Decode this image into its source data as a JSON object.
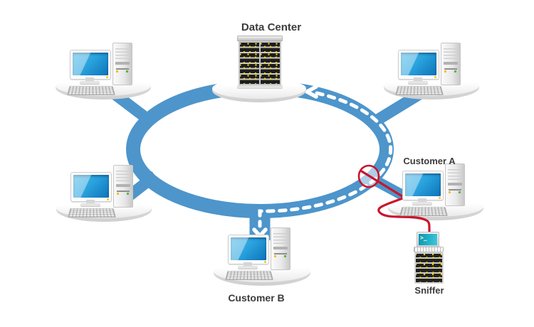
{
  "diagram": {
    "type": "ring-network-topology",
    "nodes": {
      "data_center": {
        "label": "Data Center",
        "device": "server-rack"
      },
      "customer_a": {
        "label": "Customer A",
        "device": "desktop-workstation"
      },
      "customer_b": {
        "label": "Customer B",
        "device": "desktop-workstation"
      },
      "sniffer": {
        "label": "Sniffer",
        "device": "laptop-on-rack",
        "prompt_glyph": ">_"
      },
      "workstation_top_left": {
        "label": "",
        "device": "desktop-workstation"
      },
      "workstation_bottom_left": {
        "label": "",
        "device": "desktop-workstation"
      },
      "workstation_top_right": {
        "label": "",
        "device": "desktop-workstation"
      }
    },
    "flows": {
      "traffic_path": "dashed white arrows along ring from Customer B branch through tap point toward Data Center",
      "tap": "red circle tap point on ring with red cable to Customer A workstation and Sniffer"
    },
    "colors": {
      "ring_blue": "#4D95CB",
      "traffic_dash_white": "#FFFFFF",
      "tap_red": "#C9152B",
      "label_text": "#3C3C3C",
      "screen_blue": "#2AA3DE",
      "sniffer_screen_teal": "#25B2C8",
      "led_yellow": "#EDD32A"
    }
  }
}
